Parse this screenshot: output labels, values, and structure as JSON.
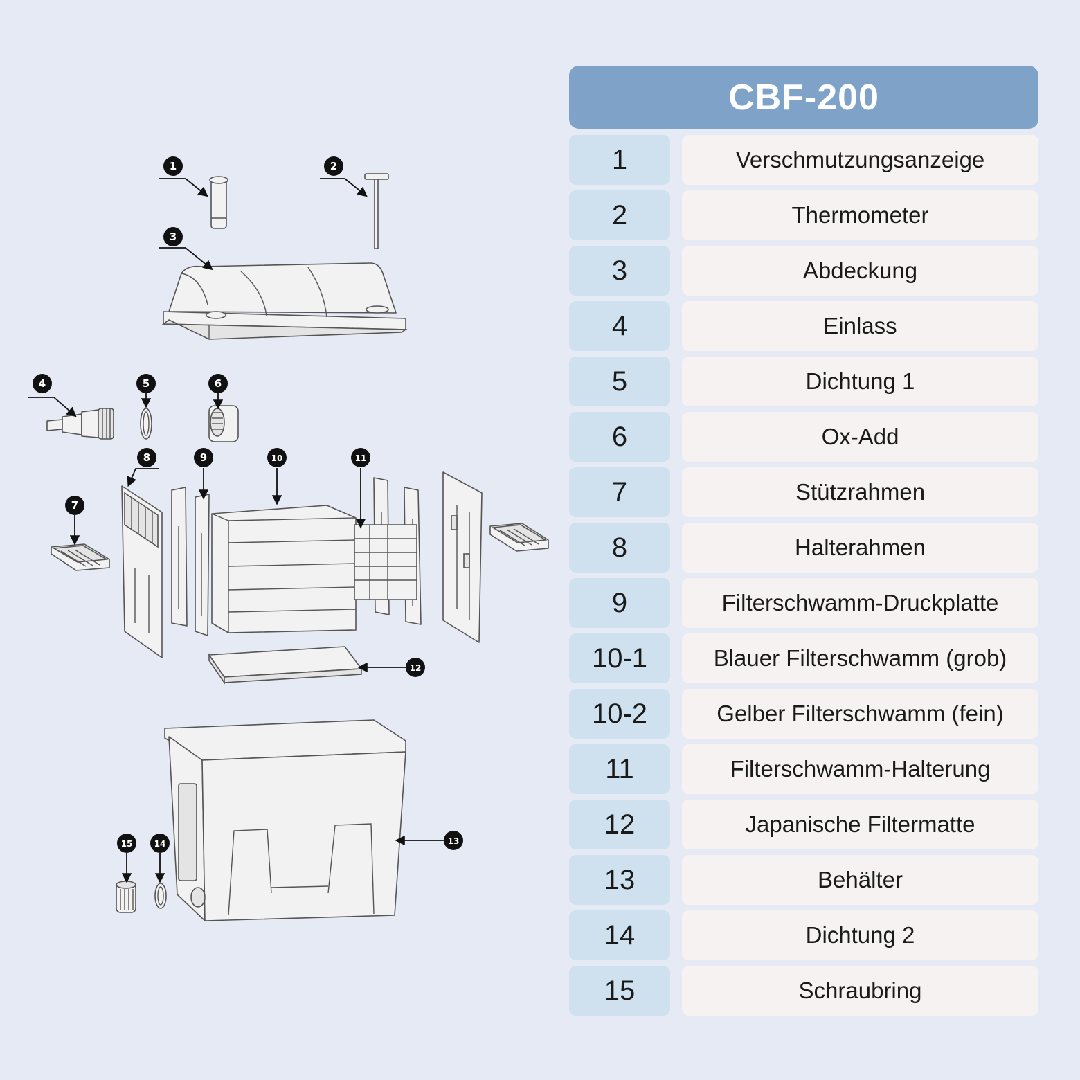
{
  "model": "CBF-200",
  "parts": [
    {
      "num": "1",
      "name": "Verschmutzungsanzeige"
    },
    {
      "num": "2",
      "name": "Thermometer"
    },
    {
      "num": "3",
      "name": "Abdeckung"
    },
    {
      "num": "4",
      "name": "Einlass"
    },
    {
      "num": "5",
      "name": "Dichtung 1"
    },
    {
      "num": "6",
      "name": "Ox-Add"
    },
    {
      "num": "7",
      "name": "Stützrahmen"
    },
    {
      "num": "8",
      "name": "Halterahmen"
    },
    {
      "num": "9",
      "name": "Filterschwamm-Druckplatte"
    },
    {
      "num": "10-1",
      "name": "Blauer Filterschwamm (grob)"
    },
    {
      "num": "10-2",
      "name": "Gelber Filterschwamm (fein)"
    },
    {
      "num": "11",
      "name": "Filterschwamm-Halterung"
    },
    {
      "num": "12",
      "name": "Japanische Filtermatte"
    },
    {
      "num": "13",
      "name": "Behälter"
    },
    {
      "num": "14",
      "name": "Dichtung 2"
    },
    {
      "num": "15",
      "name": "Schraubring"
    }
  ],
  "callouts": [
    "1",
    "2",
    "3",
    "4",
    "5",
    "6",
    "7",
    "8",
    "9",
    "10",
    "11",
    "12",
    "13",
    "14",
    "15"
  ],
  "colors": {
    "background": "#e6eaf5",
    "header": "#7fa3c8",
    "number_cell": "#cfe0ee",
    "name_cell": "#f7f2f2"
  }
}
